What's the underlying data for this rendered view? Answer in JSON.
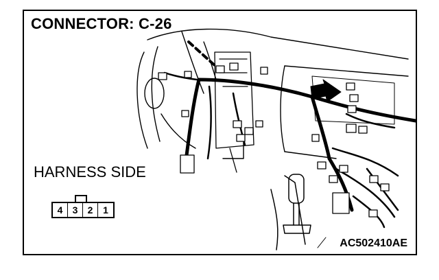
{
  "title": "CONNECTOR: C-26",
  "harness_label": "HARNESS SIDE",
  "connector_pins": [
    "4",
    "3",
    "2",
    "1"
  ],
  "figure_code": "AC502410AE",
  "colors": {
    "ink": "#000000",
    "paper": "#ffffff"
  }
}
